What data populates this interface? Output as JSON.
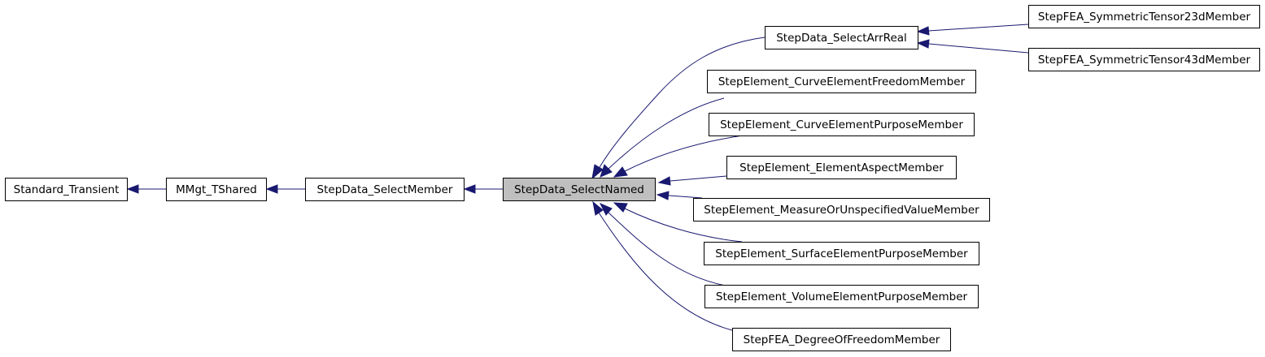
{
  "diagram": {
    "type": "class-inheritance-graph",
    "highlighted": "StepData_SelectNamed",
    "colors": {
      "edge": "#191970",
      "highlight_fill": "#bfbfbf",
      "node_border": "#000000"
    },
    "nodes": {
      "standard_transient": "Standard_Transient",
      "mmgt_tshared": "MMgt_TShared",
      "stepdata_selectmember": "StepData_SelectMember",
      "stepdata_selectnamed": "StepData_SelectNamed",
      "stepdata_selectarrreal": "StepData_SelectArrReal",
      "stepfea_symmetrictensor23dmember": "StepFEA_SymmetricTensor23dMember",
      "stepfea_symmetrictensor43dmember": "StepFEA_SymmetricTensor43dMember",
      "stepelement_curveelementfreedommember": "StepElement_CurveElementFreedomMember",
      "stepelement_curveelementpurposemember": "StepElement_CurveElementPurposeMember",
      "stepelement_elementaspectmember": "StepElement_ElementAspectMember",
      "stepelement_measureorunspecifiedvaluemember": "StepElement_MeasureOrUnspecifiedValueMember",
      "stepelement_surfaceelementpurposemember": "StepElement_SurfaceElementPurposeMember",
      "stepelement_volumeelementpurposemember": "StepElement_VolumeElementPurposeMember",
      "stepfea_degreeoffreedommember": "StepFEA_DegreeOfFreedomMember"
    },
    "edges": [
      {
        "from": "mmgt_tshared",
        "to": "standard_transient"
      },
      {
        "from": "stepdata_selectmember",
        "to": "mmgt_tshared"
      },
      {
        "from": "stepdata_selectnamed",
        "to": "stepdata_selectmember"
      },
      {
        "from": "stepdata_selectarrreal",
        "to": "stepdata_selectnamed"
      },
      {
        "from": "stepelement_curveelementfreedommember",
        "to": "stepdata_selectnamed"
      },
      {
        "from": "stepelement_curveelementpurposemember",
        "to": "stepdata_selectnamed"
      },
      {
        "from": "stepelement_elementaspectmember",
        "to": "stepdata_selectnamed"
      },
      {
        "from": "stepelement_measureorunspecifiedvaluemember",
        "to": "stepdata_selectnamed"
      },
      {
        "from": "stepelement_surfaceelementpurposemember",
        "to": "stepdata_selectnamed"
      },
      {
        "from": "stepelement_volumeelementpurposemember",
        "to": "stepdata_selectnamed"
      },
      {
        "from": "stepfea_degreeoffreedommember",
        "to": "stepdata_selectnamed"
      },
      {
        "from": "stepfea_symmetrictensor23dmember",
        "to": "stepdata_selectarrreal"
      },
      {
        "from": "stepfea_symmetrictensor43dmember",
        "to": "stepdata_selectarrreal"
      }
    ]
  }
}
